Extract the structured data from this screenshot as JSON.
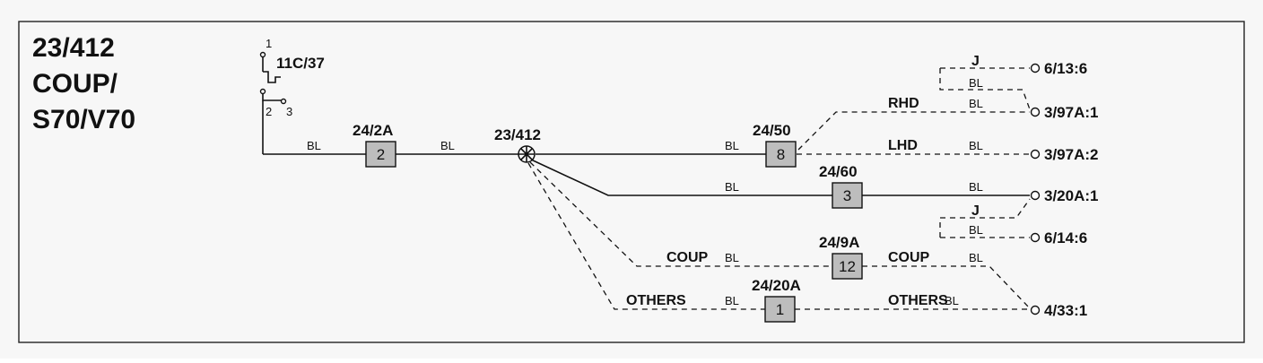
{
  "title_lines": [
    "23/412",
    "COUP/",
    "S70/V70"
  ],
  "switch": {
    "ref": "11C/37",
    "pin_top": "1",
    "pin_left": "2",
    "pin_right": "3"
  },
  "splice": {
    "label": "23/412"
  },
  "wire_color": "BL",
  "fuses": [
    {
      "ref": "24/2A",
      "num": "2"
    },
    {
      "ref": "24/50",
      "num": "8"
    },
    {
      "ref": "24/60",
      "num": "3"
    },
    {
      "ref": "24/9A",
      "num": "12"
    },
    {
      "ref": "24/20A",
      "num": "1"
    }
  ],
  "conditions": {
    "rhd": "RHD",
    "lhd": "LHD",
    "coup": "COUP",
    "others": "OTHERS",
    "jumper": "J"
  },
  "terminals": [
    "6/13:6",
    "3/97A:1",
    "3/97A:2",
    "3/20A:1",
    "6/14:6",
    "4/33:1"
  ],
  "colors": {
    "background": "#f7f7f7",
    "fuse_fill": "#bdbdbd",
    "ink": "#111111"
  }
}
